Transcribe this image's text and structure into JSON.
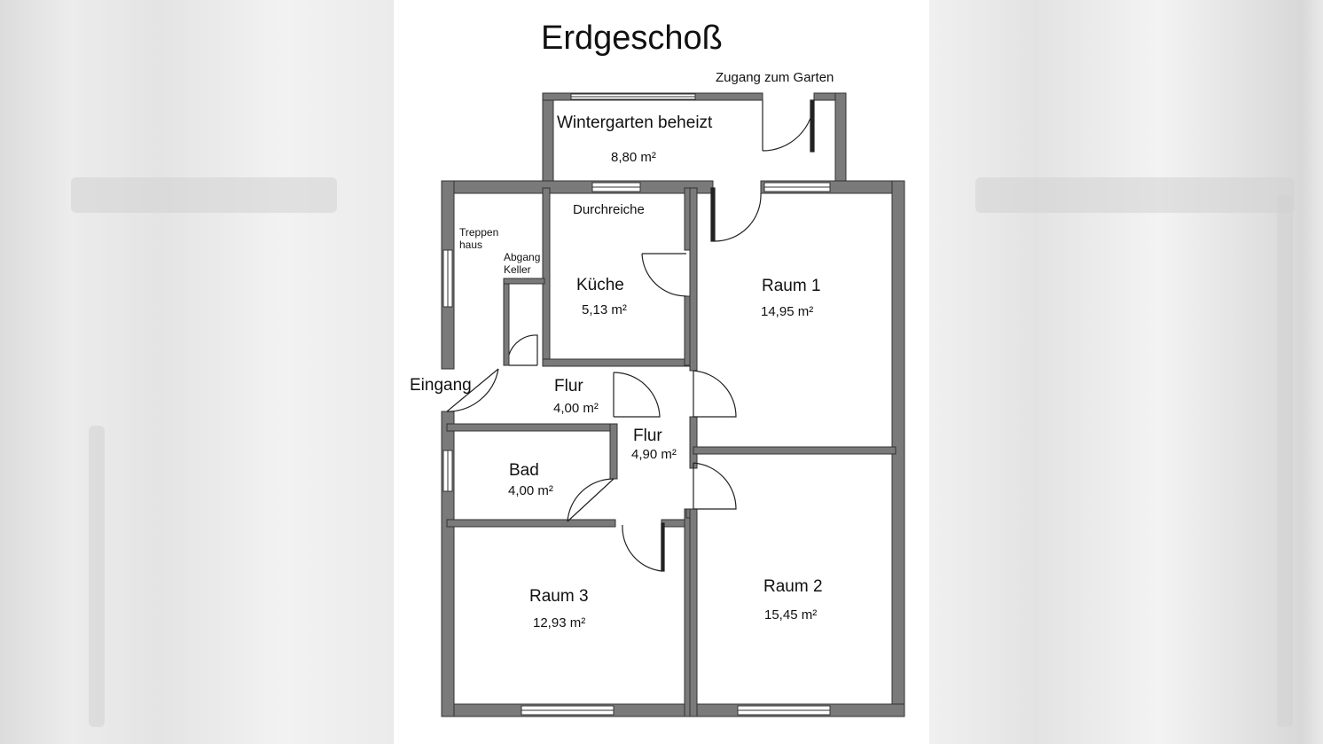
{
  "title": "Erdgeschoß",
  "labels": {
    "garden_access": "Zugang zum Garten",
    "wintergarten": "Wintergarten beheizt",
    "wintergarten_area": "8,80 m²",
    "durchreiche": "Durchreiche",
    "treppenhaus_1": "Treppen",
    "treppenhaus_2": "haus",
    "abgang_1": "Abgang",
    "abgang_2": "Keller",
    "kueche": "Küche",
    "kueche_area": "5,13 m²",
    "raum1": "Raum 1",
    "raum1_area": "14,95 m²",
    "eingang": "Eingang",
    "flur1": "Flur",
    "flur1_area": "4,00 m²",
    "flur2": "Flur",
    "flur2_area": "4,90 m²",
    "bad": "Bad",
    "bad_area": "4,00 m²",
    "raum3": "Raum 3",
    "raum3_area": "12,93 m²",
    "raum2": "Raum 2",
    "raum2_area": "15,45 m²"
  },
  "colors": {
    "wall": "#7a7a7a",
    "wall_edge": "#333333",
    "background": "#ffffff",
    "outer": "#ececec"
  }
}
